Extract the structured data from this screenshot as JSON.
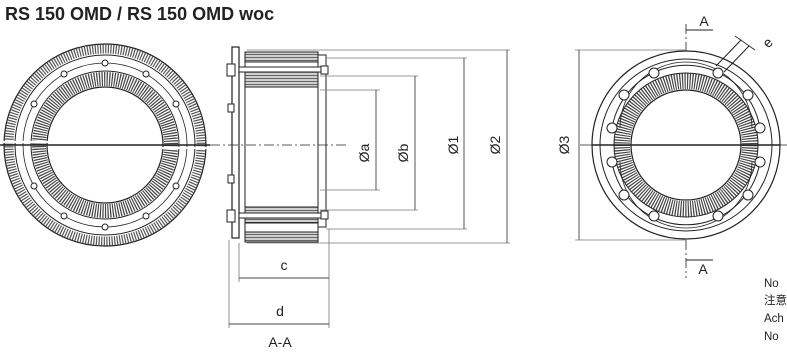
{
  "title": "RS 150 OMD / RS 150 OMD woc",
  "labels": {
    "phi_a": "Øa",
    "phi_b": "Øb",
    "phi_1": "Ø1",
    "phi_2": "Ø2",
    "phi_3": "Ø3",
    "c": "c",
    "d": "d",
    "section": "A-A",
    "section_a_top": "A",
    "section_a_bottom": "A",
    "e": "e"
  },
  "notes": [
    "No",
    "注意",
    "Ach",
    "No"
  ],
  "colors": {
    "line": "#222222",
    "rubber": "#4a4a4a",
    "dim": "#666666"
  }
}
